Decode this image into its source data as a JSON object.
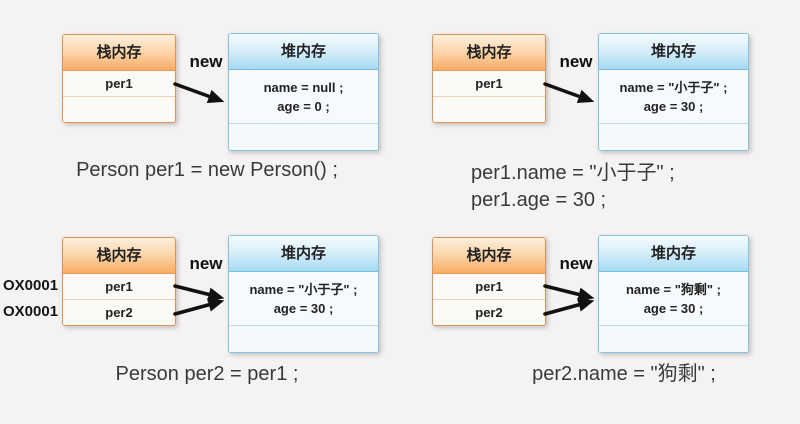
{
  "labels": {
    "stack_title": "栈内存",
    "heap_title": "堆内存",
    "new_keyword": "new"
  },
  "colors": {
    "background": "#f4f2f3",
    "stack_header_top": "#fdeeda",
    "stack_header_bottom": "#f7ab67",
    "stack_border": "#dd9257",
    "heap_header_top": "#f4fbfe",
    "heap_header_bottom": "#a6daf1",
    "heap_border": "#84c3e4",
    "arrow": "#111111",
    "text": "#222222"
  },
  "panels": [
    {
      "id": "top-left",
      "stack_rows": [
        "per1",
        ""
      ],
      "heap_lines": [
        "name = null ;",
        "age = 0 ;"
      ],
      "caption_lines": [
        "Person per1 = new Person() ;"
      ]
    },
    {
      "id": "top-right",
      "stack_rows": [
        "per1",
        ""
      ],
      "heap_lines": [
        "name = \"小于子\" ;",
        "age = 30 ;"
      ],
      "caption_lines": [
        "per1.name = \"小于子\" ;",
        "per1.age = 30 ;"
      ]
    },
    {
      "id": "bottom-left",
      "stack_rows": [
        "per1",
        "per2"
      ],
      "heap_lines": [
        "name = \"小于子\" ;",
        "age = 30 ;"
      ],
      "caption_lines": [
        "Person per2 = per1 ;"
      ],
      "addresses": [
        "OX0001",
        "OX0001"
      ]
    },
    {
      "id": "bottom-right",
      "stack_rows": [
        "per1",
        "per2"
      ],
      "heap_lines": [
        "name = \"狗剩\" ;",
        "age = 30 ;"
      ],
      "caption_lines": [
        "per2.name = \"狗剩\" ;"
      ]
    }
  ]
}
